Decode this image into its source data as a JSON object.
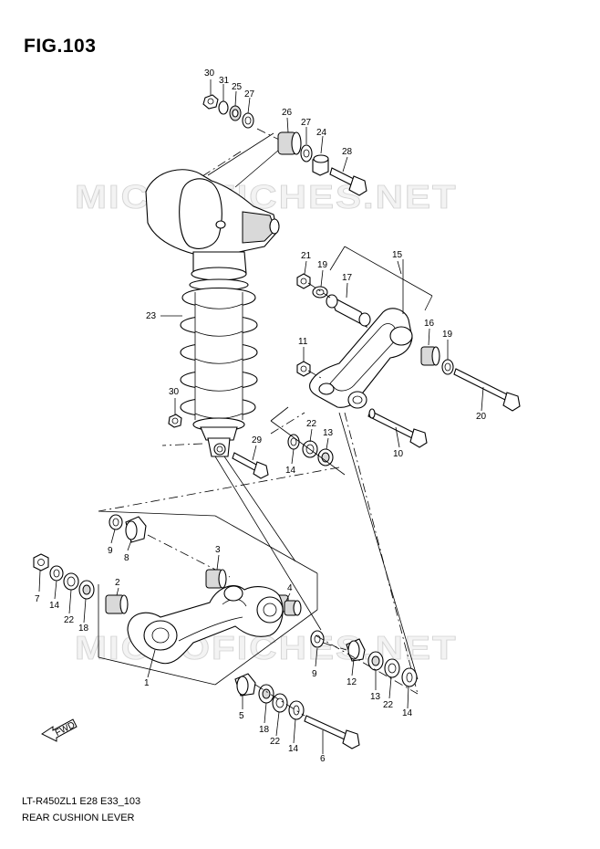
{
  "figure": {
    "title": "FIG.103",
    "model_code": "LT-R450ZL1 E28 E33_103",
    "caption": "REAR CUSHION LEVER",
    "watermark": "MICROFICHES.NET",
    "fwd_label": "FWD"
  },
  "callouts": {
    "n30a": "30",
    "n31": "31",
    "n25": "25",
    "n27a": "27",
    "n26": "26",
    "n27b": "27",
    "n24": "24",
    "n28": "28",
    "n23": "23",
    "n30b": "30",
    "n21": "21",
    "n19a": "19",
    "n17": "17",
    "n15": "15",
    "n16": "16",
    "n19b": "19",
    "n11": "11",
    "n20": "20",
    "n22a": "22",
    "n13a": "13",
    "n14a": "14",
    "n10": "10",
    "n29": "29",
    "n9a": "9",
    "n8": "8",
    "n3": "3",
    "n7": "7",
    "n14b": "14",
    "n22b": "22",
    "n18a": "18",
    "n2": "2",
    "n4": "4",
    "n1": "1",
    "n9b": "9",
    "n12": "12",
    "n13b": "13",
    "n22c": "22",
    "n14c": "14",
    "n5": "5",
    "n18b": "18",
    "n22d": "22",
    "n14d": "14",
    "n6": "6"
  }
}
